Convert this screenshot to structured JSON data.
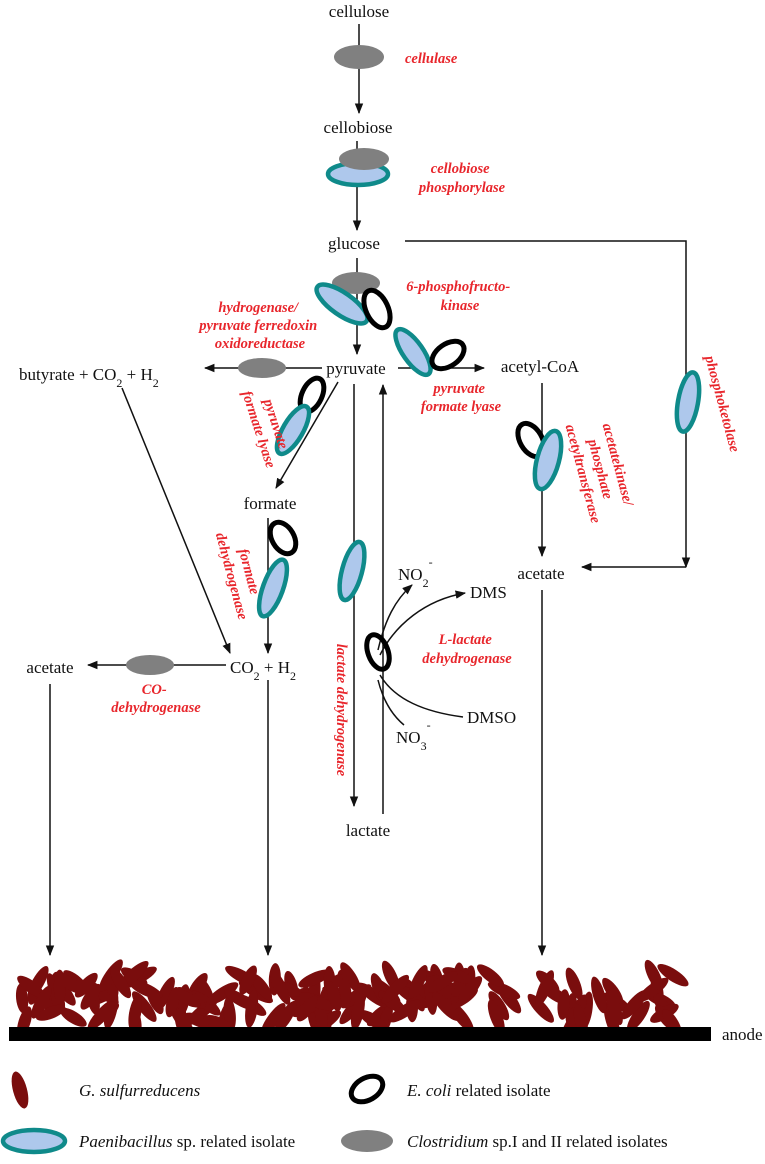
{
  "colors": {
    "enzyme_label": "#e8262c",
    "clostridium": "#808080",
    "paenibacillus_fill": "#aec8ec",
    "paenibacillus_ring": "#0f8a8a",
    "ecoli_ring": "#000000",
    "geobacter": "#7a0d0d",
    "anode": "#000000",
    "text": "#111111"
  },
  "metabolites": {
    "cellulose": "cellulose",
    "cellobiose": "cellobiose",
    "glucose": "glucose",
    "pyruvate": "pyruvate",
    "acetyl_coa": "acetyl-CoA",
    "butyrate_products": "butyrate + CO",
    "butyrate_sub": "2",
    "butyrate_tail": " + H",
    "butyrate_sub2": "2",
    "formate": "formate",
    "co2h2": "CO",
    "co2h2_sub": "2",
    "co2h2_tail": " + H",
    "co2h2_sub2": "2",
    "acetate_left": "acetate",
    "acetate_right": "acetate",
    "lactate": "lactate",
    "no2": "NO",
    "no2_sub": "2",
    "no2_sup": "-",
    "no3": "NO",
    "no3_sub": "3",
    "no3_sup": "-",
    "dms": "DMS",
    "dmso": "DMSO",
    "anode": "anode"
  },
  "enzymes": {
    "cellulase": "cellulase",
    "cellobiose_phosphorylase_1": "cellobiose",
    "cellobiose_phosphorylase_2": "phosphorylase",
    "pfk_1": "6-phosphofructo-",
    "pfk_2": "kinase",
    "hyd_1": "hydrogenase/",
    "hyd_2": "pyruvate ferredoxin",
    "hyd_3": "oxidoreductase",
    "pfl_right_1": "pyruvate",
    "pfl_right_2": "formate lyase",
    "pfl_left_1": "pyruvate",
    "pfl_left_2": "formate lyase",
    "fdh_1": "formate",
    "fdh_2": "dehydrogenase",
    "ldh_vertical": "lactate dehydrogenase",
    "lldh_1": "L-lactate",
    "lldh_2": "dehydrogenase",
    "codh_1": "CO-",
    "codh_2": "dehydrogenase",
    "ack_1": "acetatekinase/",
    "ack_2": "phosphate",
    "ack_3": "acetyltransferase",
    "phosphoketolase": "phosphoketolase"
  },
  "legend": {
    "geobacter": "G. sulfurreducens",
    "ecoli_italic": "E. coli",
    "ecoli_rest": " related isolate",
    "paeni_italic": "Paenibacillus",
    "paeni_rest": " sp. related isolate",
    "clos_italic": "Clostridium",
    "clos_rest": " sp.I and II related isolates"
  }
}
